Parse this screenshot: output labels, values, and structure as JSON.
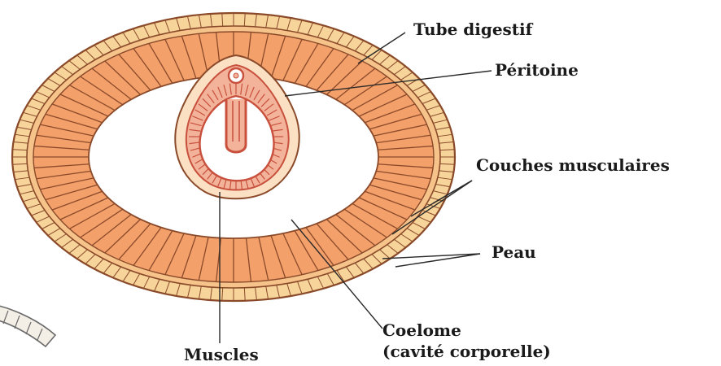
{
  "labels": {
    "tube_digestif": "Tube digestif",
    "peritoine": "Péritoine",
    "couches_musculaires": "Couches musculaires",
    "peau": "Peau",
    "coelome": "Coelome",
    "coelome_sub": "(cavité corporelle)",
    "muscles": "Muscles"
  },
  "colors": {
    "skin_fill": "#f7d49a",
    "muscle_fill": "#f4a06a",
    "outline": "#8a4a2a",
    "gut_red": "#c8503c",
    "gut_pink": "#f2b39a",
    "leader_line": "#2a2a2a",
    "coelome_fill": "#ffffff"
  }
}
